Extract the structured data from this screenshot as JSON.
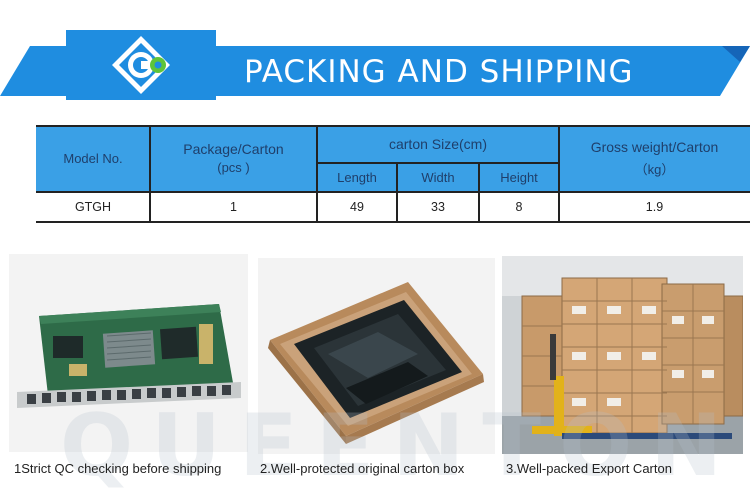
{
  "banner": {
    "title": "PACKING AND SHIPPING",
    "accent_color": "#1f8de0",
    "logo_icon": "queenton-logo-icon"
  },
  "table": {
    "headers": {
      "model": "Model No.",
      "package_line1": "Package/Carton",
      "package_line2": "(pcs )",
      "carton_size": "carton Size(cm)",
      "length": "Length",
      "width": "Width",
      "height": "Height",
      "weight_line1": "Gross weight/Carton",
      "weight_line2": "（kg）"
    },
    "row": {
      "model": "GTGH",
      "package": "1",
      "length": "49",
      "width": "33",
      "height": "8",
      "weight": "1.9"
    },
    "header_color": "#3aa0e6"
  },
  "photos": [
    {
      "caption": "1Strict QC checking before shipping",
      "icon": "circuit-board-image"
    },
    {
      "caption": "2.Well-protected original carton box",
      "icon": "carton-box-image"
    },
    {
      "caption": "3.Well-packed Export Carton",
      "icon": "warehouse-cartons-image"
    }
  ],
  "watermark": "QUEENTON"
}
